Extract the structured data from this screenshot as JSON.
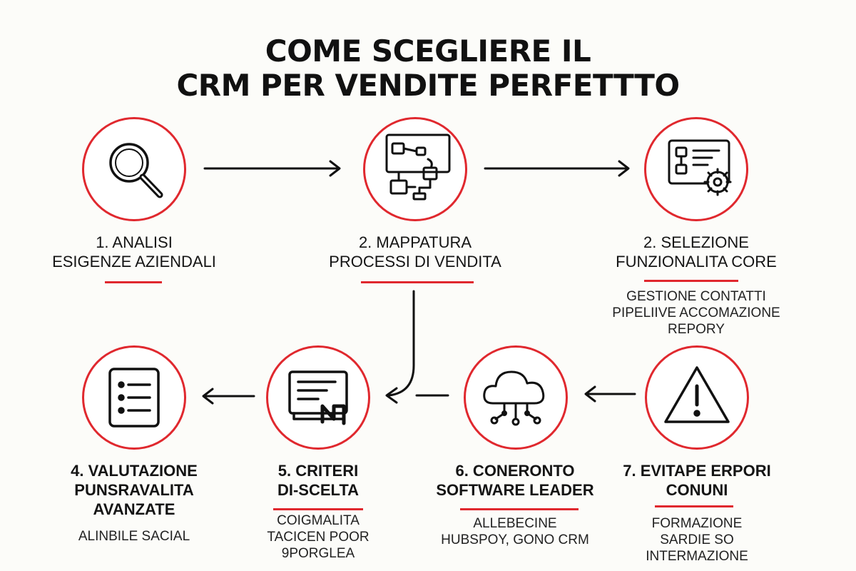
{
  "title": {
    "line1": "COME SCEGLIERE IL",
    "line2": "CRM PER VENDITE PERFETTTO"
  },
  "colors": {
    "accent": "#e0282e",
    "ink": "#111111",
    "background": "#fcfcf9"
  },
  "steps": [
    {
      "icon": "magnifier-icon",
      "label": [
        "1. ANALISI",
        "ESIGENZE AZIENDALI"
      ],
      "description": []
    },
    {
      "icon": "process-flow-icon",
      "label": [
        "2. MAPPATURA",
        "PROCESSI DI VENDITA"
      ],
      "description": []
    },
    {
      "icon": "dashboard-gear-icon",
      "label": [
        "2. SELEZIONE",
        "FUNZIONALITA CORE"
      ],
      "description": [
        "GESTIONE CONTATTI",
        "PIPELIIVE ACCOMAZIONE",
        "REPORY"
      ]
    },
    {
      "icon": "checklist-icon",
      "label": [
        "4. VALUTAZIONE",
        "PUNSRAVALITA",
        "AVANZATE"
      ],
      "description": [
        "ALINBILE SACIAL"
      ]
    },
    {
      "icon": "document-chart-icon",
      "label": [
        "5. CRITERI",
        "DI-SCELTA"
      ],
      "description": [
        "COIGMALITA",
        "TACICEN POOR",
        "9PORGLEA"
      ]
    },
    {
      "icon": "cloud-network-icon",
      "label": [
        "6. CONERONTO",
        "SOFTWARE LEADER"
      ],
      "description": [
        "ALLEBECINE",
        "HUBSPOY, GONO CRM"
      ]
    },
    {
      "icon": "warning-icon",
      "label": [
        "7. EVITAPE ERPORI",
        "CONUNI"
      ],
      "description": [
        "FORMAZIONE",
        "SARDIE SO",
        "INTERMAZIONE"
      ]
    }
  ]
}
